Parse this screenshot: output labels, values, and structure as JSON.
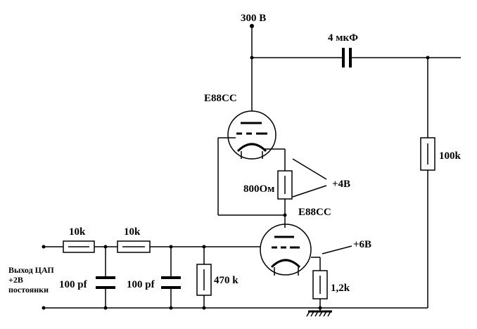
{
  "labels": {
    "supply": "300 В",
    "coupling_cap": "4 мкФ",
    "tube_top": "E88CC",
    "tube_bottom": "E88CC",
    "r_load": "100k",
    "r_mid": "800Ом",
    "v_plus4": "+4В",
    "v_plus6": "+6В",
    "r_in1": "10k",
    "r_in2": "10k",
    "c1": "100 pf",
    "c2": "100 pf",
    "r_grid": "470 k",
    "r_cathode": "1,2k",
    "input_line1": "Выход ЦАП",
    "input_line2": "+2В",
    "input_line3": "постоянки"
  }
}
